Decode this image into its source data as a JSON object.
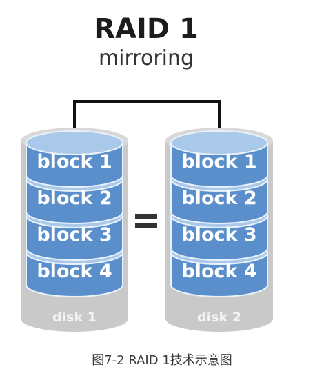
{
  "title": "RAID 1",
  "subtitle": "mirroring",
  "disks": [
    {
      "label": "disk 1",
      "blocks": [
        "block 1",
        "block 2",
        "block 3",
        "block 4"
      ]
    },
    {
      "label": "disk 2",
      "blocks": [
        "block 1",
        "block 2",
        "block 3",
        "block 4"
      ]
    }
  ],
  "equals_symbol": "=",
  "caption": "图7-2  RAID 1技术示意图",
  "colors": {
    "block_fill": "#5b8fcc",
    "block_top": "#a9c8ea",
    "block_edge": "#eaf2fb",
    "disk_body": "#c9c9c9",
    "disk_label": "#f4f4f4",
    "connector": "#111111",
    "title": "#1c1c1c",
    "subtitle": "#333333"
  }
}
